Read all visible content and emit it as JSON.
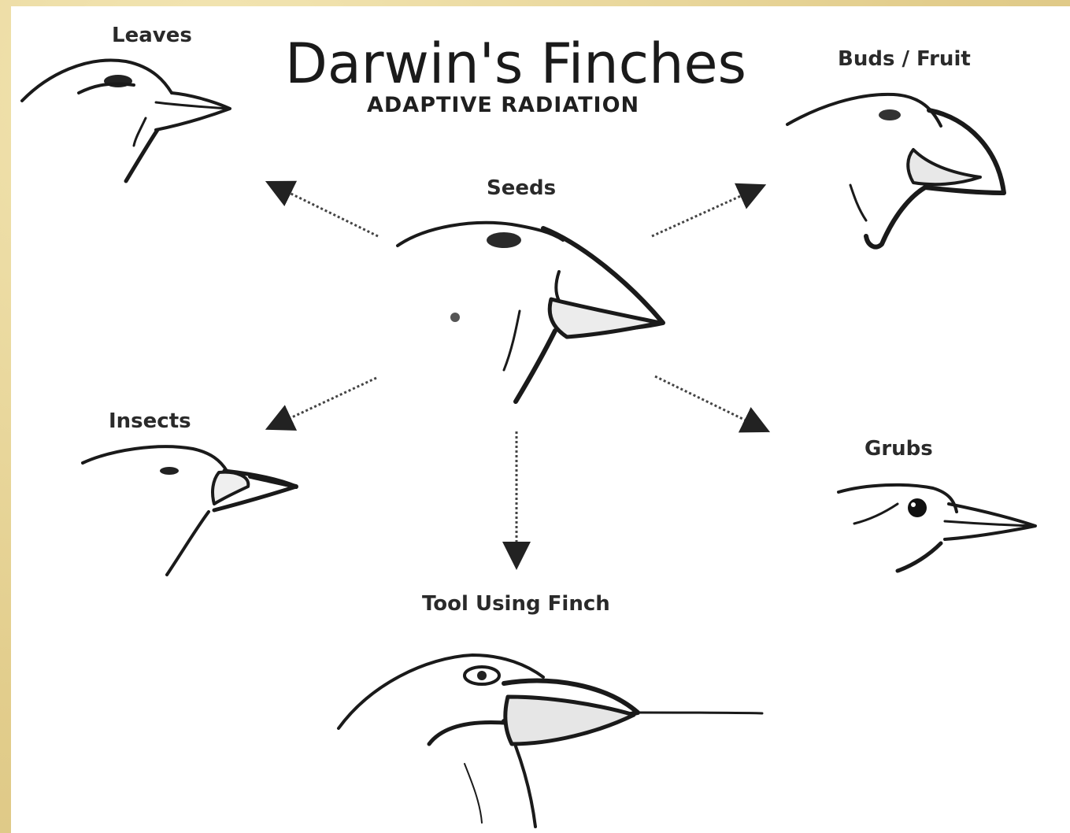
{
  "title": "Darwin's Finches",
  "subtitle": "ADAPTIVE RADIATION",
  "center": {
    "label": "Seeds",
    "icon": "finch-head-seeds-icon"
  },
  "branches": [
    {
      "label": "Leaves",
      "icon": "finch-head-leaves-icon"
    },
    {
      "label": "Buds / Fruit",
      "icon": "finch-head-buds-fruit-icon"
    },
    {
      "label": "Insects",
      "icon": "finch-head-insects-icon"
    },
    {
      "label": "Grubs",
      "icon": "finch-head-grubs-icon"
    },
    {
      "label": "Tool Using Finch",
      "icon": "finch-head-tool-using-icon"
    }
  ],
  "colors": {
    "background": "#ffffff",
    "frame": "#e8d69a",
    "ink": "#1a1a1a"
  }
}
